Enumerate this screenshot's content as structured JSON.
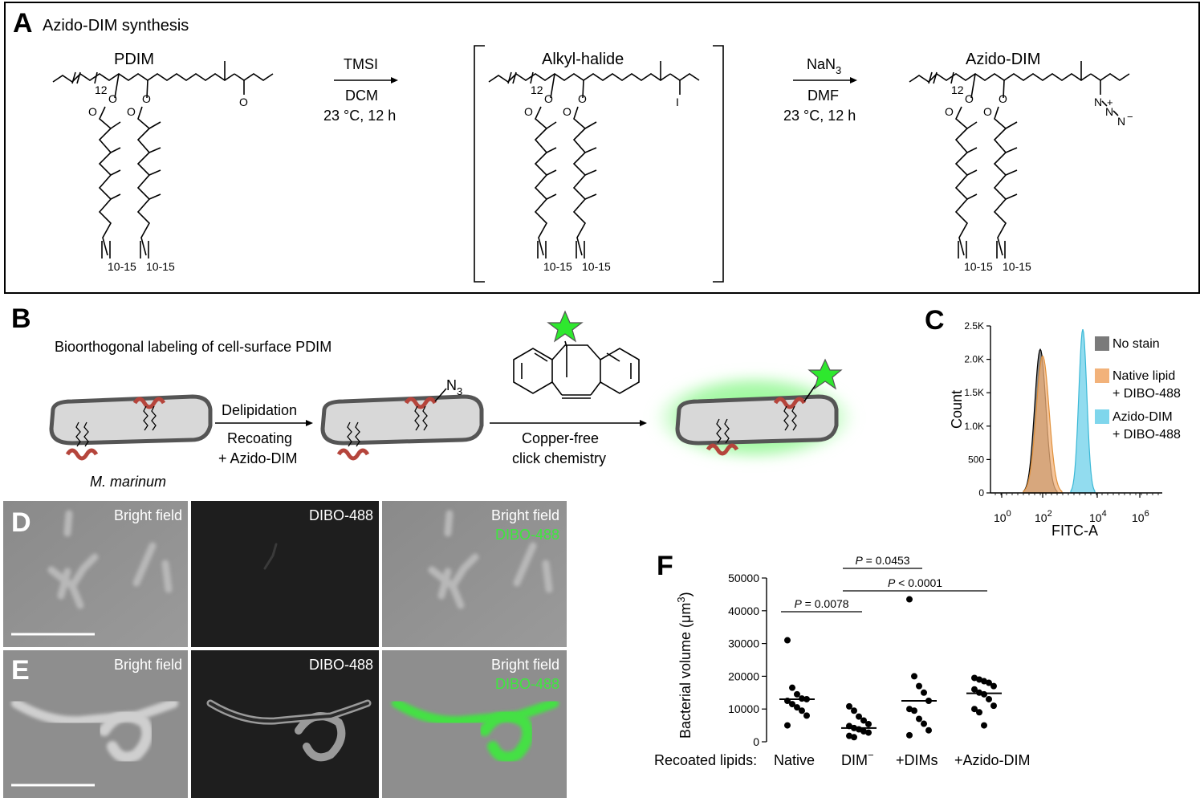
{
  "panels": {
    "A": "A",
    "B": "B",
    "C": "C",
    "D": "D",
    "E": "E",
    "F": "F"
  },
  "panel_a": {
    "title": "Azido-DIM synthesis",
    "pdim": "PDIM",
    "alkyl_halide": "Alkyl-halide",
    "azido_dim": "Azido-DIM",
    "step1": {
      "reagent": "TMSI",
      "solvent": "DCM",
      "conditions": "23 °C, 12 h"
    },
    "step2": {
      "reagent": "NaN",
      "reagent_sub": "3",
      "solvent": "DMF",
      "conditions": "23 °C, 12 h"
    },
    "sub12": "12",
    "range": "10-15",
    "o": "O",
    "i": "I",
    "n": "N",
    "plus": "+",
    "minus": "−"
  },
  "panel_b": {
    "title": "Bioorthogonal labeling of cell-surface PDIM",
    "organism": "M. marinum",
    "step1_top": "Delipidation",
    "step1_bottom1": "Recoating",
    "step1_bottom2": "+ Azido-DIM",
    "n3": "N",
    "n3_sub": "3",
    "step2_line1": "Copper-free",
    "step2_line2": "click chemistry"
  },
  "panel_c": {
    "xlabel": "FITC-A",
    "ylabel": "Count",
    "yticks": [
      "0",
      "500",
      "1.0K",
      "1.5K",
      "2.0K",
      "2.5K"
    ],
    "xticks_base": "10",
    "xticks_exp": [
      "0",
      "2",
      "4",
      "6"
    ],
    "legend": [
      {
        "line1": "No stain",
        "line2": "",
        "color": "#7a7a7a"
      },
      {
        "line1": "Native lipid",
        "line2": "+ DIBO-488",
        "color": "#f2b27a"
      },
      {
        "line1": "Azido-DIM",
        "line2": "+ DIBO-488",
        "color": "#7fd6ec"
      }
    ]
  },
  "microscopy": {
    "bright_field": "Bright field",
    "dibo": "DIBO-488",
    "green": "#3de83d"
  },
  "chart_data": {
    "type": "scatter",
    "ylabel": "Bacterial volume (μm³)",
    "ylabel_parts": {
      "main": "Bacterial volume (μm",
      "sup": "3",
      "end": ")"
    },
    "ylim": [
      0,
      50000
    ],
    "yticks": [
      "0",
      "10000",
      "20000",
      "30000",
      "40000",
      "50000"
    ],
    "row_label": "Recoated lipids:",
    "categories": [
      "Native",
      "DIM−",
      "+DIMs",
      "+Azido-DIM"
    ],
    "category_parts": [
      {
        "main": "Native",
        "sup": ""
      },
      {
        "main": "DIM",
        "sup": "−"
      },
      {
        "main": "+DIMs",
        "sup": ""
      },
      {
        "main": "+Azido-DIM",
        "sup": ""
      }
    ],
    "series": [
      {
        "values": [
          31000,
          16500,
          14500,
          13200,
          13000,
          12500,
          11500,
          10500,
          9500,
          8000,
          5000
        ]
      },
      {
        "values": [
          10800,
          9500,
          7700,
          6500,
          5400,
          4800,
          4200,
          3800,
          3200,
          2800,
          1800,
          1400
        ]
      },
      {
        "values": [
          43500,
          20000,
          17000,
          15000,
          12500,
          10000,
          9500,
          7000,
          5500,
          3500,
          2000
        ]
      },
      {
        "values": [
          19500,
          19000,
          18500,
          18000,
          17000,
          16000,
          15000,
          14500,
          13000,
          11000,
          10000,
          9000,
          5000
        ]
      }
    ],
    "medians": [
      13000,
      4200,
      12500,
      14800
    ],
    "comparisons": [
      {
        "from": 0,
        "to": 1,
        "label": "P = 0.0078",
        "p": "P",
        "rest": " = 0.0078"
      },
      {
        "from": 1,
        "to": 2,
        "label": "P = 0.0453",
        "p": "P",
        "rest": " = 0.0453"
      },
      {
        "from": 1,
        "to": 3,
        "label": "P < 0.0001",
        "p": "P",
        "rest": " < 0.0001"
      }
    ]
  }
}
